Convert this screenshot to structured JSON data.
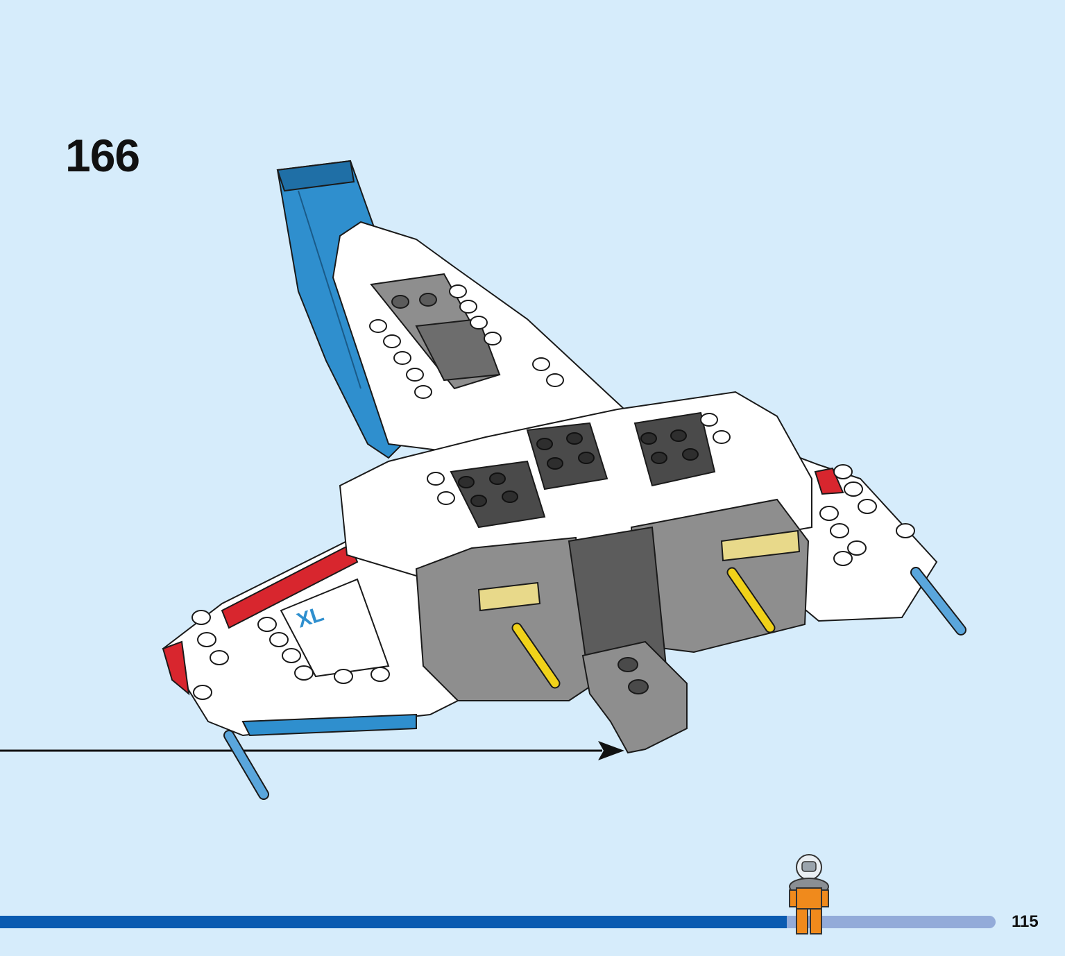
{
  "step": {
    "number": "166"
  },
  "page": {
    "number": "115"
  },
  "progress": {
    "fraction": 0.79
  },
  "model": {
    "description_icon": "spaceship-model-illustration",
    "decal_text": "XL"
  },
  "colors": {
    "background": "#d6ecfb",
    "progress_fill": "#0a5bb1",
    "progress_track": "#93abd9",
    "brick_white": "#ffffff",
    "brick_gray": "#8e8e8e",
    "brick_dark": "#4a4a4a",
    "brick_blue": "#2f8fce",
    "brick_red": "#d8262e",
    "brick_yellow": "#f1d21a",
    "minifig_orange": "#f08a1c"
  }
}
